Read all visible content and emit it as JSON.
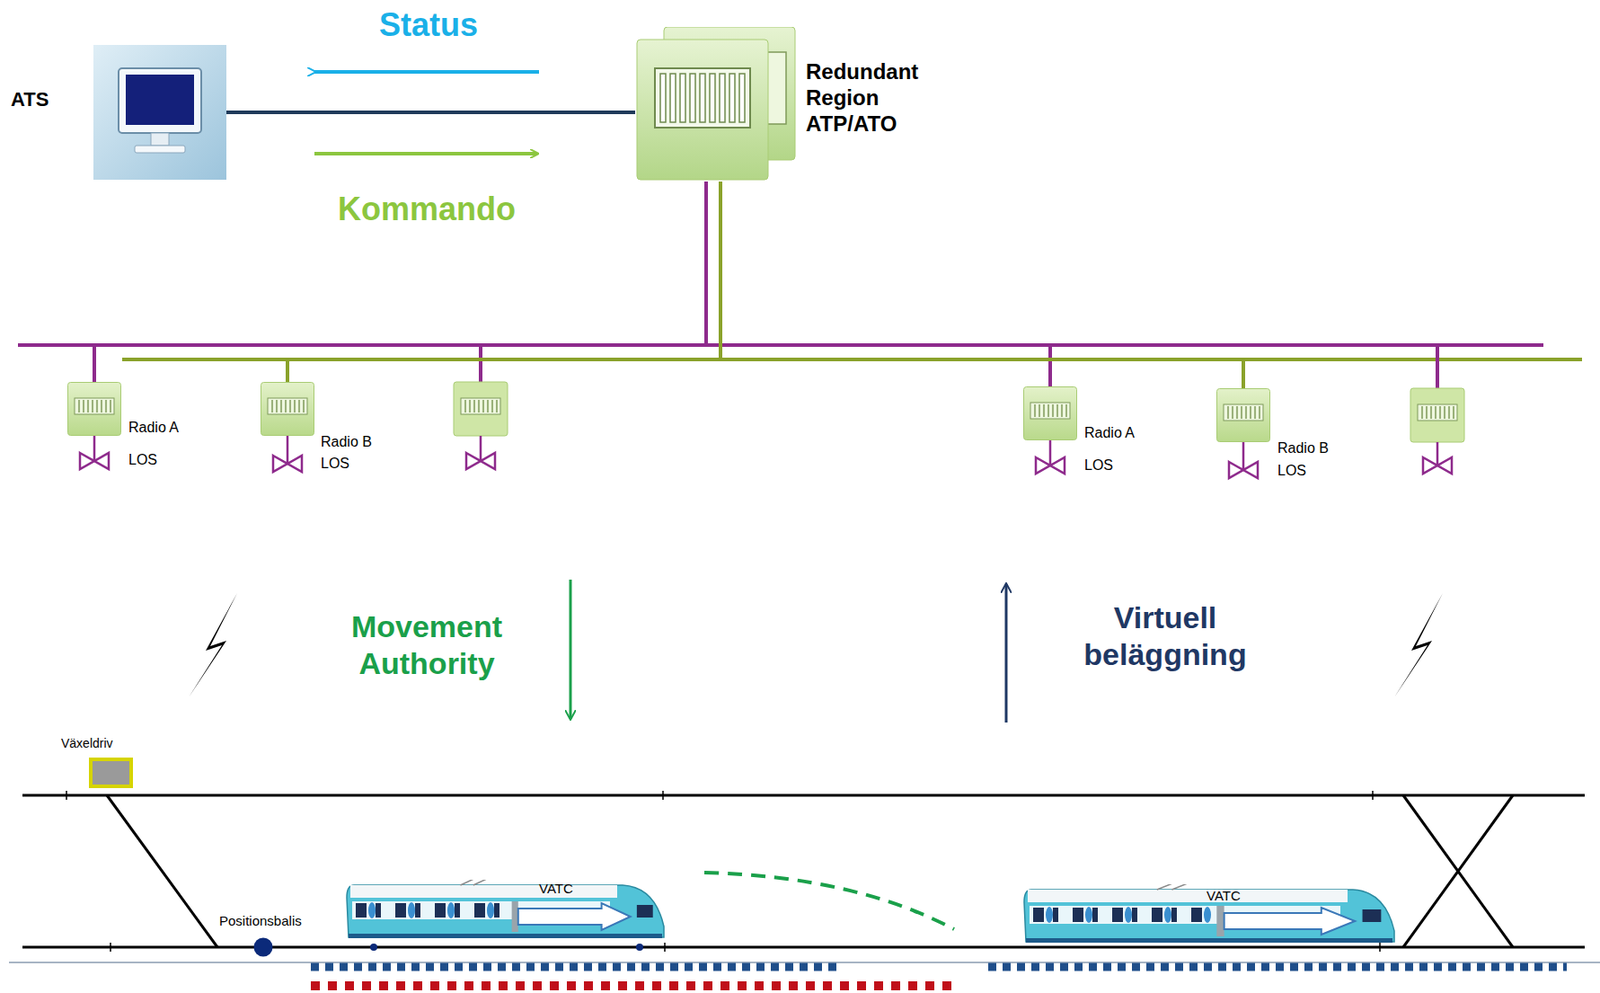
{
  "diagram": {
    "nodes": [
      {
        "text": [
          "ATS"
        ]
      },
      {
        "text": [
          "Redundant Region ATP/ATO"
        ]
      },
      {
        "text": [
          "Radio A",
          "LOS"
        ]
      },
      {
        "text": [
          "Radio B",
          "LOS"
        ]
      },
      {
        "text": [
          "Radio A",
          "LOS"
        ]
      },
      {
        "text": [
          "Radio B",
          "LOS"
        ]
      },
      {
        "text": [
          "Växeldriv"
        ]
      },
      {
        "text": [
          "Positionsbalis"
        ]
      },
      {
        "text": [
          "VATC"
        ]
      },
      {
        "text": [
          "VATC"
        ]
      }
    ],
    "edges": [
      {
        "from": 0,
        "to": 1,
        "arrow": "none"
      },
      {
        "from": 1,
        "to": 2,
        "arrow": "none"
      },
      {
        "from": 1,
        "to": 3,
        "arrow": "none"
      },
      {
        "from": 1,
        "to": 4,
        "arrow": "none"
      },
      {
        "from": 1,
        "to": 5,
        "arrow": "none"
      }
    ],
    "labels": [
      "Status",
      "Kommando",
      "Movement Authority",
      "Virtuell beläggning"
    ]
  }
}
